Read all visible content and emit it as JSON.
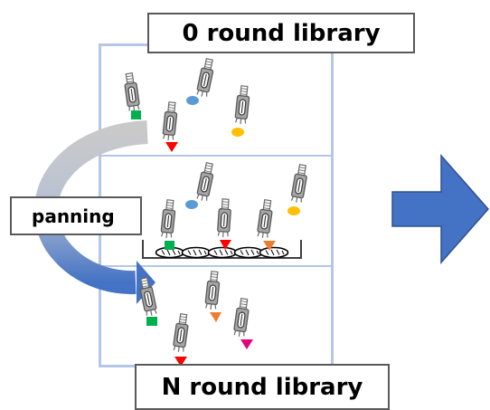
{
  "labels": {
    "top": "0 round library",
    "bottom": "N round library",
    "panning": "panning"
  },
  "colors": {
    "panel_border": "#b4c7e7",
    "label_border": "#595959",
    "next_arrow": "#4472c4",
    "next_arrow_border": "#2f528f",
    "cycle_arrow_top": "#c0c0c0",
    "cycle_arrow_bottom": "#4472c4",
    "phage_body": "#a6a6a6",
    "tag_green": "#00b050",
    "tag_blue": "#5b9bd5",
    "tag_yellow": "#ffc000",
    "tag_red": "#ff0000",
    "tag_orange": "#ed7d31",
    "tag_pink": "#e6007e"
  },
  "icons": {
    "phage": "phage-icon",
    "arrow": "right-arrow-icon",
    "target": "target-disc-icon",
    "well": "panning-well-icon"
  }
}
